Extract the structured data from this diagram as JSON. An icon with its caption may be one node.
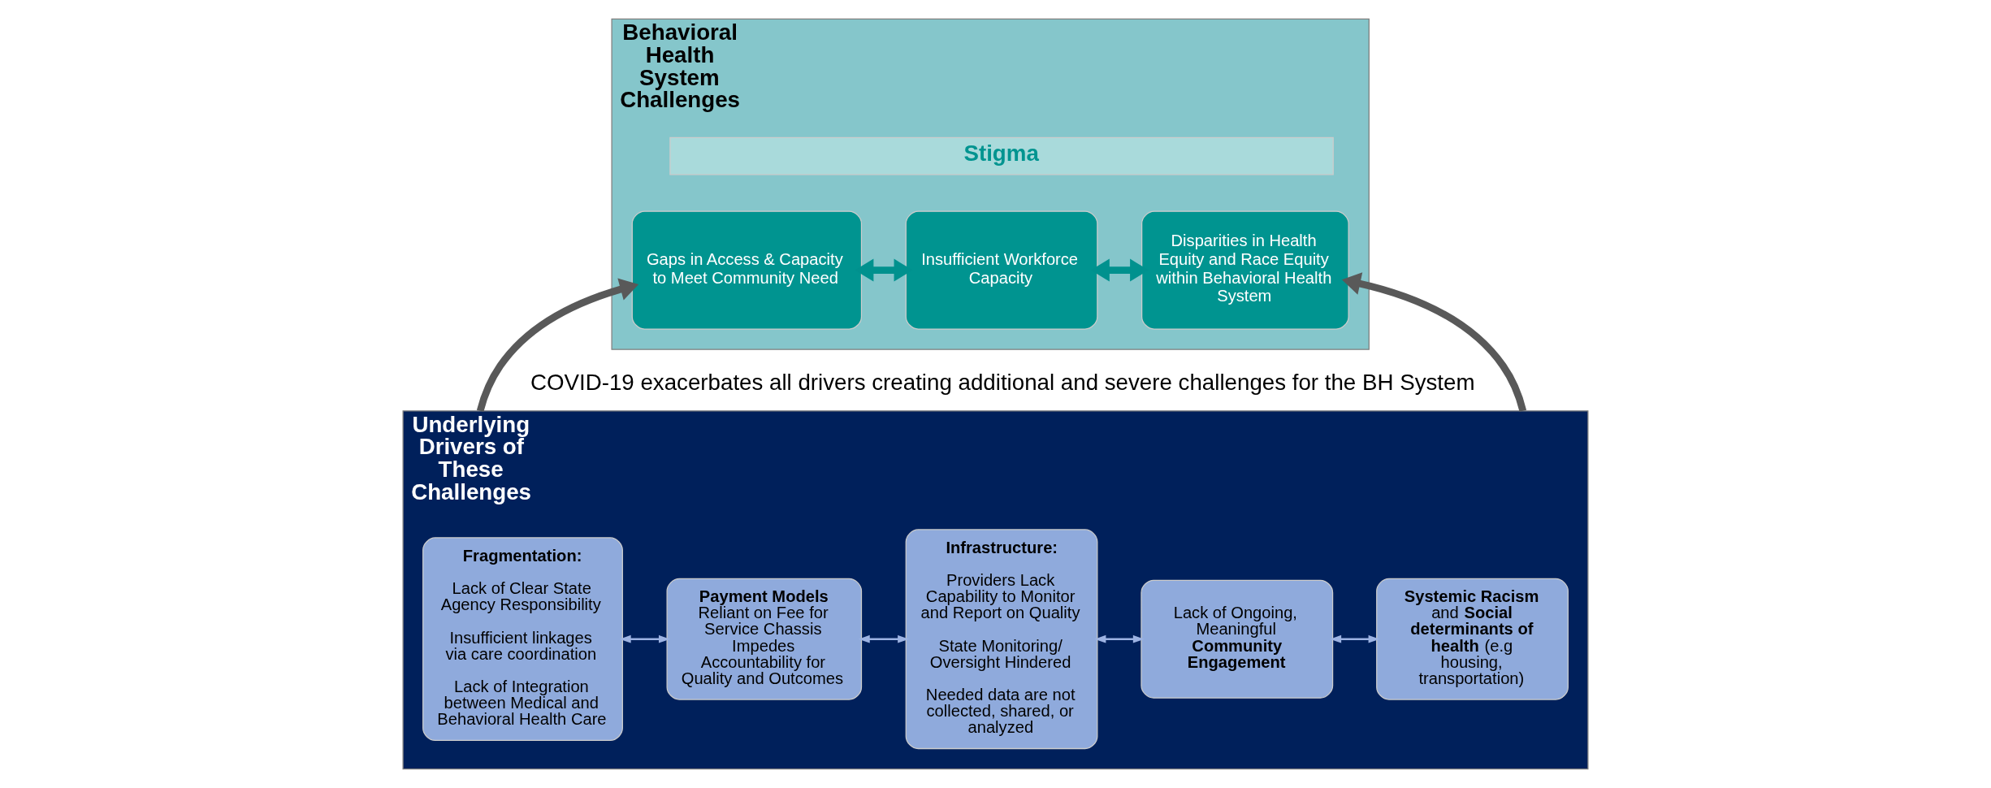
{
  "diagram": {
    "nodes": [
      {
        "text": [
          "Behavioral Health System Challenges"
        ]
      },
      {
        "text": [
          "Stigma"
        ],
        "in": 0
      },
      {
        "text": [
          "Gaps in Access & Capacity to Meet Community Need"
        ],
        "in": 0
      },
      {
        "text": [
          "Insufficient Workforce Capacity"
        ],
        "in": 0
      },
      {
        "text": [
          "Disparities in Health Equity and Race Equity within Behavioral Health System"
        ],
        "in": 0
      },
      {
        "text": [
          "Underlying Drivers of These Challenges"
        ]
      },
      {
        "text": [
          "Fragmentation:",
          "Lack of Clear State Agency Responsibility",
          "Insufficient linkages via care coordination",
          "Lack of Integration between Medical and Behavioral Health Care"
        ],
        "in": 5
      },
      {
        "text": [
          "**Payment Models** Reliant on Fee for Service Chassis Impedes Accountability for Quality and Outcomes"
        ],
        "in": 5
      },
      {
        "text": [
          "Infrastructure:",
          "Providers Lack Capability to Monitor and Report on Quality",
          "State Monitoring/ Oversight Hindered",
          "Needed data are not collected, shared, or analyzed"
        ],
        "in": 5
      },
      {
        "text": [
          "Lack of Ongoing, Meaningful **Community Engagement**"
        ],
        "in": 5
      },
      {
        "text": [
          "**Systemic Racism** and **Social determinants of health** (e.g housing, transportation)"
        ],
        "in": 5
      }
    ],
    "edges": [
      {
        "from": 2,
        "to": 3,
        "arrow": "both",
        "style": "thick",
        "color": "#00918e"
      },
      {
        "from": 3,
        "to": 4,
        "arrow": "both",
        "style": "thick",
        "color": "#00918e"
      },
      {
        "from": 5,
        "to": 2,
        "arrow": "to",
        "style": "thick",
        "color": "#595959"
      },
      {
        "from": 5,
        "to": 4,
        "arrow": "to",
        "style": "thick",
        "color": "#595959"
      },
      {
        "from": 6,
        "to": 7,
        "arrow": "both"
      },
      {
        "from": 7,
        "to": 8,
        "arrow": "both"
      },
      {
        "from": 8,
        "to": 9,
        "arrow": "both"
      },
      {
        "from": 9,
        "to": 10,
        "arrow": "both"
      }
    ],
    "labels": [
      "COVID-19 exacerbates all drivers creating additional and severe challenges for the BH System"
    ]
  }
}
